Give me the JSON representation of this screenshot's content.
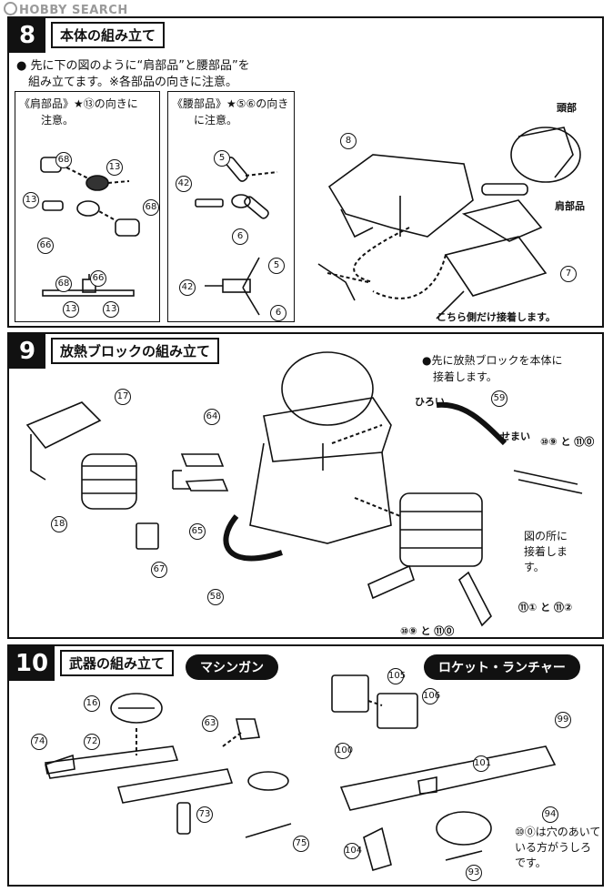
{
  "watermark": "HOBBY SEARCH",
  "step8": {
    "number": "8",
    "title": "本体の組み立て",
    "intro": "● 先に下の図のように“肩部品”と腰部品”を\n　組み立てます。※各部品の向きに注意。",
    "shoulder_box": "《肩部品》★⑬の向きに\n　　注意。",
    "waist_box": "《腰部品》★⑤⑥の向き\n　　に注意。",
    "parts_shoulder": [
      "68",
      "13",
      "13",
      "66",
      "68"
    ],
    "parts_shoulder_bottom": [
      "66",
      "68",
      "13",
      "13"
    ],
    "parts_waist": [
      "5",
      "42",
      "6",
      "5",
      "42",
      "6"
    ],
    "parts_main": [
      "8",
      "7"
    ],
    "label_head": "頭部",
    "label_shoulder": "肩部品",
    "glue_note": "こちら側だけ接着します。"
  },
  "step9": {
    "number": "9",
    "title": "放熱ブロックの組み立て",
    "note": "●先に放熱ブロックを本体に\n　接着します。",
    "wide": "ひろい",
    "narrow": "せまい",
    "glue_here": "図の所に\n接着しま\nす。",
    "parts": [
      "17",
      "18",
      "64",
      "65",
      "67",
      "58",
      "59"
    ],
    "pair_a": "⑩⑨ と ⑪⓪",
    "pair_b": "⑪① と ⑪②",
    "pair_c": "⑩⑨ と ⑪⓪"
  },
  "step10": {
    "number": "10",
    "title": "武器の組み立て",
    "machinegun": "マシンガン",
    "rocket": "ロケット・ランチャー",
    "parts_mg": [
      "16",
      "63",
      "74",
      "72",
      "73",
      "75"
    ],
    "parts_rl": [
      "105",
      "106",
      "99",
      "100",
      "101",
      "94",
      "104",
      "93"
    ],
    "note": "⑩⓪は穴のあいて\nいる方がうしろ\nです。"
  }
}
